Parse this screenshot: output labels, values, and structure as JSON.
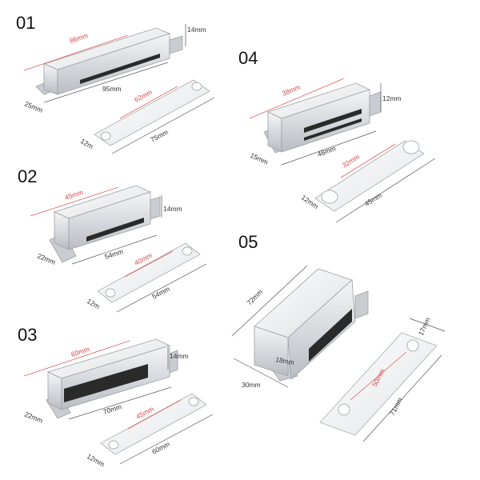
{
  "items": [
    {
      "label": "01",
      "latch_length": "86mm",
      "latch_length_total": "95mm",
      "latch_height": "14mm",
      "latch_width": "25mm",
      "plate_hole_spacing": "62mm",
      "plate_length": "75mm",
      "plate_width": "12m"
    },
    {
      "label": "02",
      "latch_length": "45mm",
      "latch_length_total": "54mm",
      "latch_height": "14mm",
      "latch_width": "22mm",
      "plate_hole_spacing": "40mm",
      "plate_length": "54mm",
      "plate_width": "12m"
    },
    {
      "label": "03",
      "latch_length": "60mm",
      "latch_length_total": "70mm",
      "latch_height": "14mm",
      "latch_width": "22mm",
      "plate_hole_spacing": "45mm",
      "plate_length": "60mm",
      "plate_width": "12mm"
    },
    {
      "label": "04",
      "latch_length": "38mm",
      "latch_length_total": "46mm",
      "latch_height": "12mm",
      "latch_width": "15mm",
      "plate_hole_spacing": "32mm",
      "plate_length": "45mm",
      "plate_width": "12mm"
    },
    {
      "label": "05",
      "latch_length": "72mm",
      "latch_height": "18mm",
      "latch_width": "30mm",
      "plate_hole_spacing": "50mm",
      "plate_length": "71mm",
      "plate_width": "17mm"
    }
  ],
  "colors": {
    "highlight_dimension": "#d94848",
    "metal": "#dfe2e5"
  }
}
